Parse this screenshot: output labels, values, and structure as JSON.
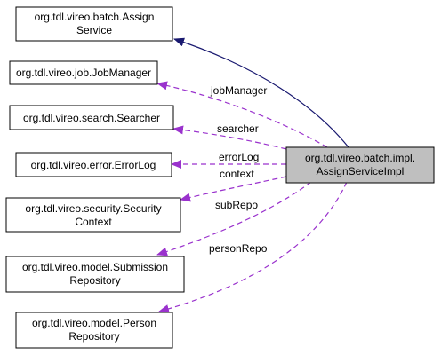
{
  "nodes": {
    "assign_service": {
      "line1": "org.tdl.vireo.batch.Assign",
      "line2": "Service"
    },
    "job_manager": {
      "line1": "org.tdl.vireo.job.JobManager"
    },
    "searcher": {
      "line1": "org.tdl.vireo.search.Searcher"
    },
    "error_log": {
      "line1": "org.tdl.vireo.error.ErrorLog"
    },
    "security_context": {
      "line1": "org.tdl.vireo.security.Security",
      "line2": "Context"
    },
    "submission_repository": {
      "line1": "org.tdl.vireo.model.Submission",
      "line2": "Repository"
    },
    "person_repository": {
      "line1": "org.tdl.vireo.model.Person",
      "line2": "Repository"
    },
    "assign_service_impl": {
      "line1": "org.tdl.vireo.batch.impl.",
      "line2": "AssignServiceImpl"
    }
  },
  "edges": {
    "job_manager": "jobManager",
    "searcher": "searcher",
    "error_log": "errorLog",
    "context": "context",
    "sub_repo": "subRepo",
    "person_repo": "personRepo"
  },
  "colors": {
    "inheritance_edge": "#191970",
    "usage_edge": "#9a32cd",
    "focus_node_fill": "#bfbfbf"
  }
}
